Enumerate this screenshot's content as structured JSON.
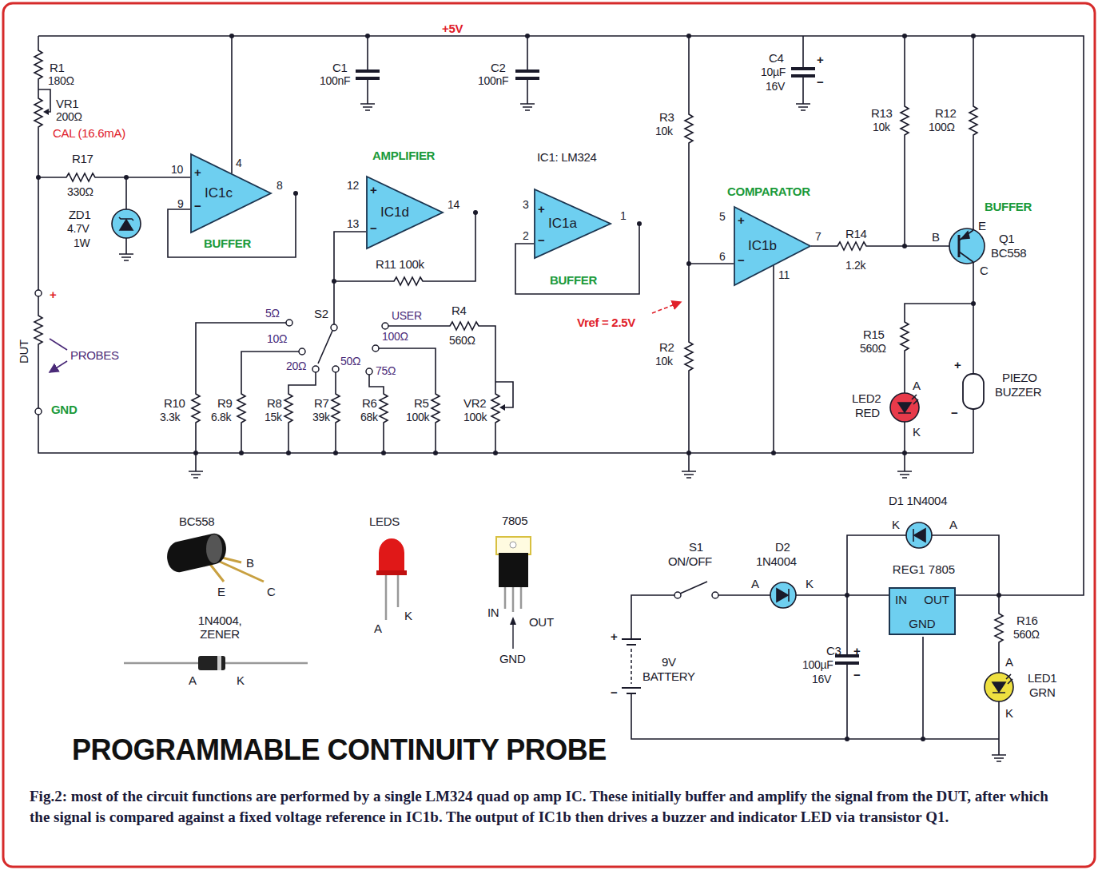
{
  "diagram": {
    "title": "PROGRAMMABLE CONTINUITY PROBE",
    "caption": "Fig.2: most of the circuit functions are performed by a single LM324 quad op amp IC. These initially buffer and amplify the signal from the DUT, after which the signal is compared against a fixed voltage reference in IC1b. The output of IC1b then drives a buzzer and indicator LED via transistor Q1.",
    "nodes": [
      {
        "text": [
          "IC1c"
        ]
      },
      {
        "text": [
          "IC1d"
        ]
      },
      {
        "text": [
          "IC1a"
        ]
      },
      {
        "text": [
          "IC1b"
        ]
      },
      {
        "text": [
          "REG1 7805",
          "IN",
          "OUT",
          "GND"
        ]
      }
    ],
    "edges": [
      {
        "from": 0,
        "to": 1,
        "arrow": "none"
      },
      {
        "from": 1,
        "to": 2,
        "arrow": "none"
      },
      {
        "from": 2,
        "to": 3,
        "arrow": "none"
      }
    ],
    "labels": [
      "+5V",
      "R1",
      "180Ω",
      "VR1",
      "200Ω",
      "CAL (16.6mA)",
      "R17",
      "330Ω",
      "ZD1",
      "4.7V",
      "1W",
      "10",
      "4",
      "9",
      "8",
      "+",
      "−",
      "BUFFER",
      "C1",
      "100nF",
      "C2",
      "100nF",
      "AMPLIFIER",
      "IC1: LM324",
      "12",
      "13",
      "+",
      "−",
      "14",
      "3",
      "2",
      "+",
      "−",
      "1",
      "R11  100k",
      "BUFFER",
      "S2",
      "5Ω",
      "10Ω",
      "20Ω",
      "50Ω",
      "75Ω",
      "100Ω",
      "USER",
      "R4",
      "560Ω",
      "R10",
      "3.3k",
      "R9",
      "6.8k",
      "R8",
      "15k",
      "R7",
      "39k",
      "R6",
      "68k",
      "R5",
      "100k",
      "VR2",
      "100k",
      "+",
      "DUT",
      "PROBES",
      "GND",
      "Vref = 2.5V",
      "R3",
      "10k",
      "R2",
      "10k",
      "C4",
      "10µF",
      "16V",
      "+",
      "−",
      "COMPARATOR",
      "5",
      "6",
      "+",
      "−",
      "7",
      "11",
      "R14",
      "1.2k",
      "R13",
      "10k",
      "R12",
      "100Ω",
      "BUFFER",
      "B",
      "E",
      "C",
      "Q1",
      "BC558",
      "R15",
      "560Ω",
      "A",
      "LED2",
      "RED",
      "K",
      "PIEZO",
      "BUZZER",
      "+",
      "−",
      "BC558",
      "B",
      "E",
      "C",
      "LEDS",
      "A",
      "K",
      "7805",
      "IN",
      "OUT",
      "GND",
      "1N4004, ZENER",
      "A",
      "K",
      "S1",
      "ON/OFF",
      "D2",
      "1N4004",
      "A",
      "K",
      "D1  1N4004",
      "K",
      "A",
      "+",
      "−",
      "9V",
      "BATTERY",
      "C3",
      "100µF",
      "16V",
      "+",
      "−",
      "R16",
      "560Ω",
      "A",
      "LED1",
      "GRN",
      "K"
    ]
  }
}
